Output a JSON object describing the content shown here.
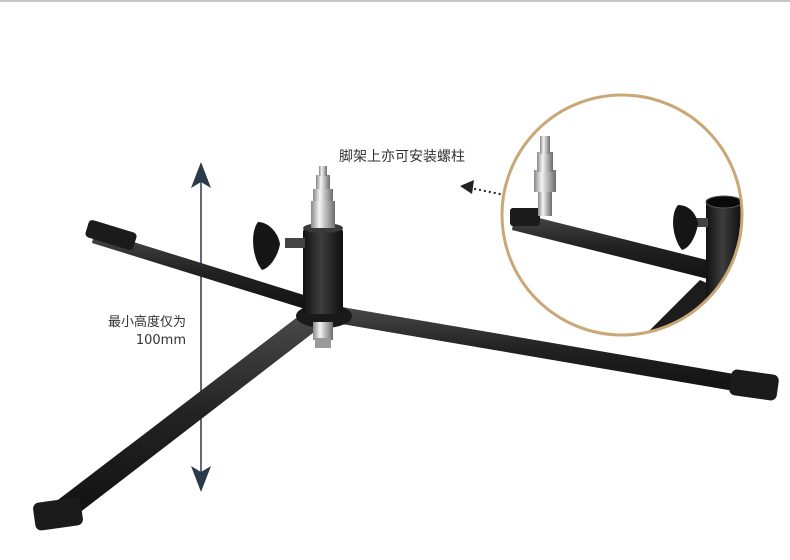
{
  "annotations": {
    "height_line1": "最小高度仅为",
    "height_line2": "100mm",
    "tripod_note": "脚架上亦可安装螺柱"
  },
  "colors": {
    "frame_ring": "#c9a776",
    "stand_metal": "#2a2a2a",
    "arrow": "#2b3a4a",
    "text": "#333333"
  }
}
